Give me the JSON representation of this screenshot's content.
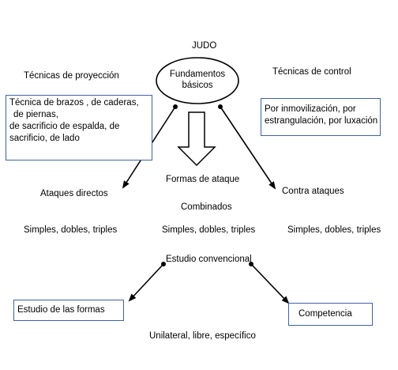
{
  "title": "JUDO",
  "center_node": "Fundamentos básicos",
  "left_heading": "Técnicas de proyección",
  "right_heading": "Técnicas de control",
  "left_box_lines": [
    "Técnica de brazos , de caderas,",
    "de piernas,",
    "de sacrificio de espalda, de",
    "sacrificio, de lado"
  ],
  "right_box_lines": [
    "Por inmovilización, por",
    "estrangulación, por luxación"
  ],
  "formas_de_ataque": "Formas de ataque",
  "ataques_directos": "Ataques directos",
  "combinados": "Combinados",
  "contra_ataques": "Contra ataques",
  "simples_left": "Simples, dobles, triples",
  "simples_center": "Simples, dobles, triples",
  "simples_right": "Simples, dobles, triples",
  "estudio_convencional": "Estudio convencional",
  "estudio_formas": "Estudio de las formas",
  "competencia": "Competencia",
  "unilateral": "Unilateral, libre, específico"
}
